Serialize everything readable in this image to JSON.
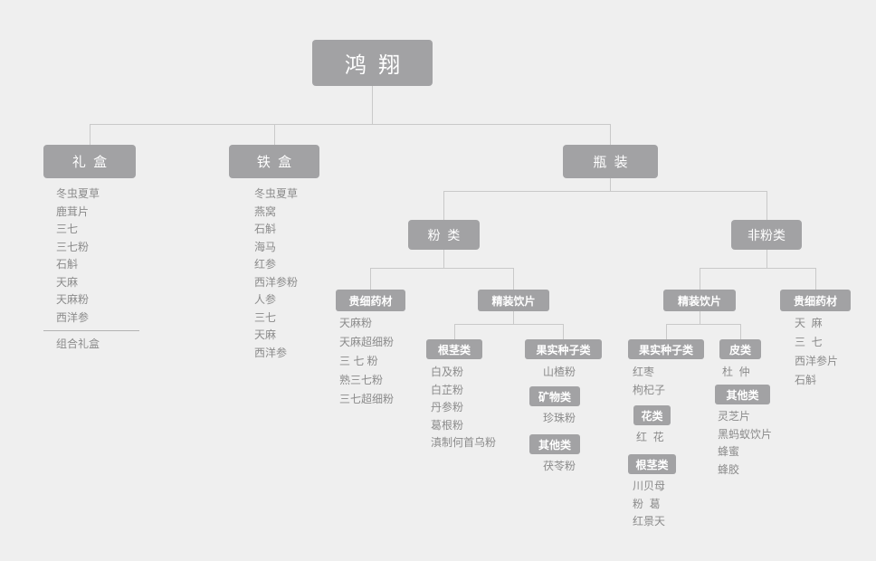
{
  "colors": {
    "background": "#efefef",
    "node": "#a2a2a4",
    "node_text": "#ffffff",
    "item_text": "#8b8b8b",
    "line": "#c9c9c9"
  },
  "root": {
    "label": "鸿  翔"
  },
  "level1": {
    "gift_box": {
      "label": "礼  盒",
      "items": [
        "冬虫夏草",
        "鹿茸片",
        "三七",
        "三七粉",
        "石斛",
        "天麻",
        "天麻粉",
        "西洋参"
      ],
      "combo": "组合礼盒"
    },
    "tin_box": {
      "label": "铁  盒",
      "items": [
        "冬虫夏草",
        "燕窝",
        "石斛",
        "海马",
        "红参",
        "西洋参粉",
        "人参",
        "三七",
        "天麻",
        "西洋参"
      ]
    },
    "bottled": {
      "label": "瓶  装",
      "powder": {
        "label": "粉  类",
        "precious": {
          "label": "贵细药材",
          "items": [
            "天麻粉",
            "天麻超细粉",
            "三 七 粉",
            "熟三七粉",
            "三七超细粉"
          ]
        },
        "packaged": {
          "label": "精装饮片",
          "root_stem": {
            "label": "根茎类",
            "items": [
              "白及粉",
              "白芷粉",
              "丹参粉",
              "葛根粉",
              "滇制何首乌粉"
            ]
          },
          "fruit_seed": {
            "label": "果实种子类",
            "items": [
              "山楂粉"
            ]
          },
          "mineral": {
            "label": "矿物类",
            "items": [
              "珍珠粉"
            ]
          },
          "other": {
            "label": "其他类",
            "items": [
              "茯苓粉"
            ]
          }
        }
      },
      "non_powder": {
        "label": "非粉类",
        "packaged": {
          "label": "精装饮片",
          "fruit_seed": {
            "label": "果实种子类",
            "items": [
              "红枣",
              "枸杞子"
            ]
          },
          "bark": {
            "label": "皮类",
            "items": [
              "杜  仲"
            ]
          },
          "flower": {
            "label": "花类",
            "items": [
              "红  花"
            ]
          },
          "other": {
            "label": "其他类",
            "items": [
              "灵芝片",
              "黑蚂蚁饮片",
              "蜂蜜",
              "蜂胶"
            ]
          },
          "root_stem": {
            "label": "根茎类",
            "items": [
              "川贝母",
              "粉  葛",
              "红景天"
            ]
          }
        },
        "precious": {
          "label": "贵细药材",
          "items": [
            "天  麻",
            "三  七",
            "西洋参片",
            "石斛"
          ]
        }
      }
    }
  }
}
